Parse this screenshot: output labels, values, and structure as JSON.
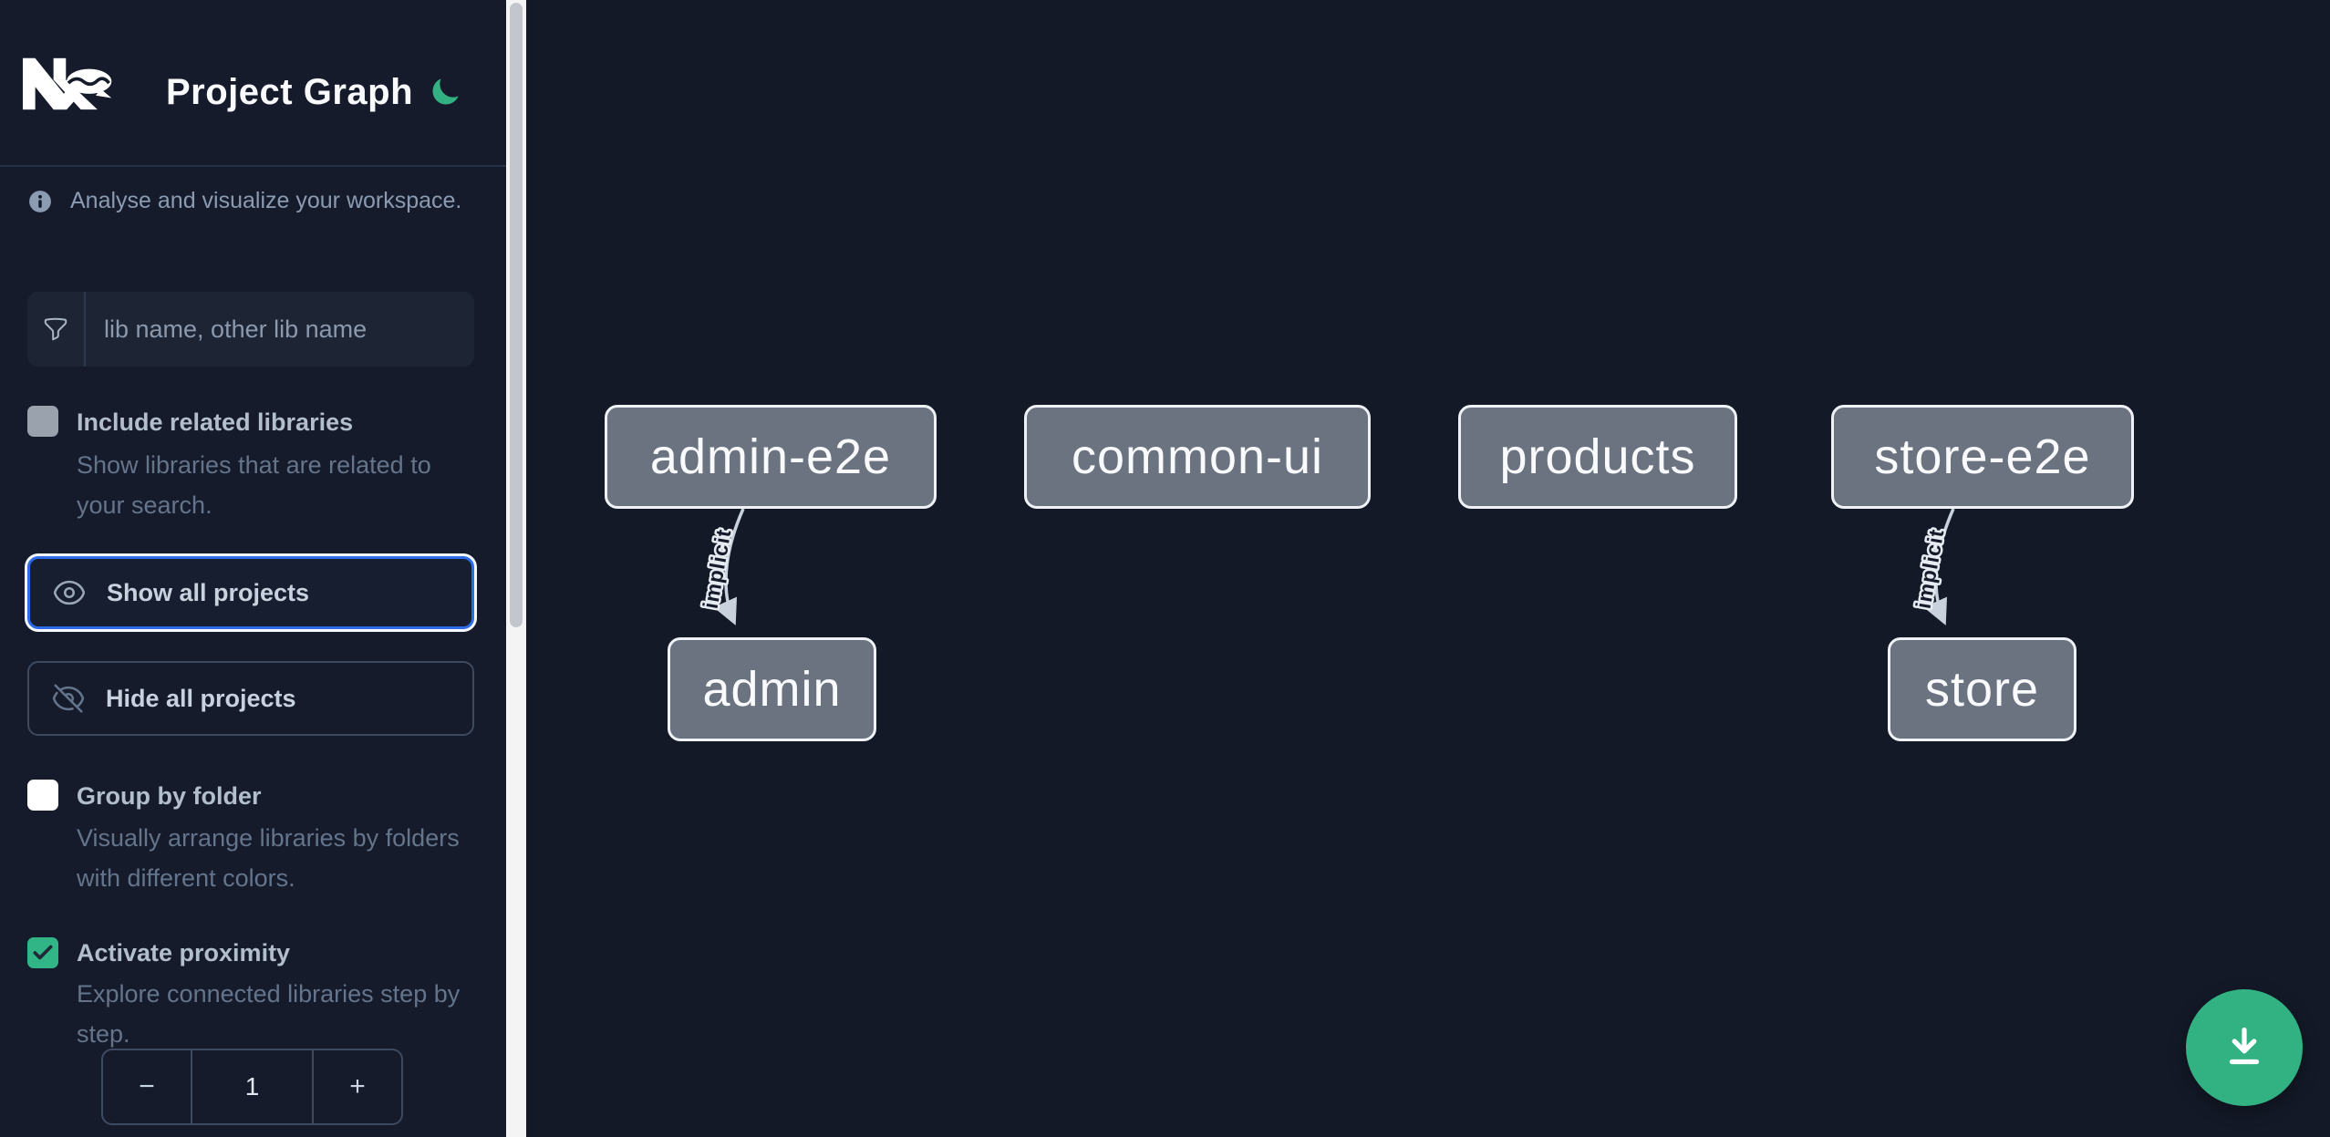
{
  "app": {
    "title": "Project Graph",
    "accent_green": "#32b283",
    "focus_blue": "#2d6bec",
    "node_gray": "#6b7280"
  },
  "info": {
    "text": "Analyse and visualize your workspace."
  },
  "search": {
    "placeholder": "lib name, other lib name"
  },
  "options": {
    "include_related": {
      "label": "Include related libraries",
      "desc": "Show libraries that are related to your search.",
      "checked": false
    },
    "group_by_folder": {
      "label": "Group by folder",
      "desc": "Visually arrange libraries by folders with different colors.",
      "checked": false
    },
    "activate_proximity": {
      "label": "Activate proximity",
      "desc": "Explore connected libraries step by step.",
      "checked": true
    }
  },
  "actions": {
    "show_all": "Show all projects",
    "hide_all": "Hide all projects"
  },
  "proximity_stepper": {
    "decrement": "−",
    "value": "1",
    "increment": "+"
  },
  "graph": {
    "nodes": [
      {
        "id": "admin-e2e",
        "label": "admin-e2e"
      },
      {
        "id": "common-ui",
        "label": "common-ui"
      },
      {
        "id": "products",
        "label": "products"
      },
      {
        "id": "store-e2e",
        "label": "store-e2e"
      },
      {
        "id": "admin",
        "label": "admin"
      },
      {
        "id": "store",
        "label": "store"
      }
    ],
    "edges": [
      {
        "from": "admin-e2e",
        "to": "admin",
        "label": "implicit"
      },
      {
        "from": "store-e2e",
        "to": "store",
        "label": "implicit"
      }
    ]
  }
}
